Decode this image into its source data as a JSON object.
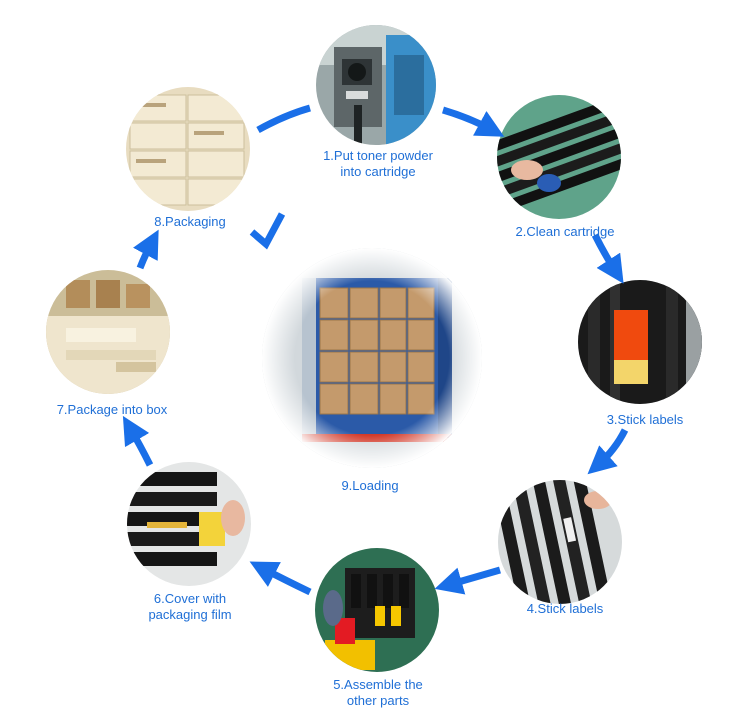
{
  "steps": [
    {
      "id": 1,
      "label": "1.Put toner powder\ninto cartridge"
    },
    {
      "id": 2,
      "label": "2.Clean cartridge"
    },
    {
      "id": 3,
      "label": "3.Stick labels"
    },
    {
      "id": 4,
      "label": "4.Stick labels"
    },
    {
      "id": 5,
      "label": "5.Assemble the\nother parts"
    },
    {
      "id": 6,
      "label": "6.Cover with\npackaging film"
    },
    {
      "id": 7,
      "label": "7.Package into box"
    },
    {
      "id": 8,
      "label": "8.Packaging"
    }
  ],
  "center": {
    "label": "9.Loading"
  },
  "colors": {
    "arrow": "#1a6fe8",
    "label": "#1f6fd6"
  }
}
